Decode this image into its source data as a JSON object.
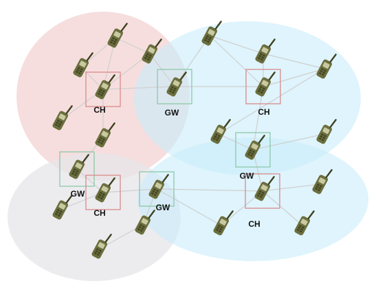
{
  "diagram": {
    "colors": {
      "cluster_pink": "#f3d3d3",
      "cluster_blue": "#c9ecfa",
      "cluster_blue_overlap": "#a9def4",
      "cluster_gray": "#e6e6ea",
      "link": "#cfcfcf",
      "box_ch": "#d98a8a",
      "box_gw": "#8cc9a8",
      "phone_body": "#6b6e3e",
      "phone_dark": "#3f4220"
    },
    "nodes": [
      {
        "id": "n1",
        "role": "node"
      },
      {
        "id": "n2",
        "role": "node"
      },
      {
        "id": "n3",
        "role": "node"
      },
      {
        "id": "n4",
        "role": "ch",
        "label": "CH"
      },
      {
        "id": "n5",
        "role": "node"
      },
      {
        "id": "n6",
        "role": "node"
      },
      {
        "id": "n7",
        "role": "gw",
        "label": "GW"
      },
      {
        "id": "n8",
        "role": "node"
      },
      {
        "id": "n9",
        "role": "node"
      },
      {
        "id": "n10",
        "role": "ch",
        "label": "CH"
      },
      {
        "id": "n11",
        "role": "node"
      },
      {
        "id": "n12",
        "role": "node"
      },
      {
        "id": "n13",
        "role": "node"
      },
      {
        "id": "n14",
        "role": "gw",
        "label": "GW"
      },
      {
        "id": "n15",
        "role": "gw",
        "label": "GW"
      },
      {
        "id": "n16",
        "role": "ch",
        "label": "CH"
      },
      {
        "id": "n17",
        "role": "gw",
        "label": "GW"
      },
      {
        "id": "n18",
        "role": "ch",
        "label": "CH"
      },
      {
        "id": "n19",
        "role": "node"
      },
      {
        "id": "n20",
        "role": "node"
      },
      {
        "id": "n21",
        "role": "node"
      },
      {
        "id": "n22",
        "role": "node"
      },
      {
        "id": "n23",
        "role": "node"
      },
      {
        "id": "n24",
        "role": "node"
      }
    ],
    "edges": [
      [
        "n1",
        "n2"
      ],
      [
        "n1",
        "n3"
      ],
      [
        "n1",
        "n4"
      ],
      [
        "n3",
        "n4"
      ],
      [
        "n2",
        "n4"
      ],
      [
        "n5",
        "n4"
      ],
      [
        "n4",
        "n7"
      ],
      [
        "n6",
        "n4"
      ],
      [
        "n6",
        "n15"
      ],
      [
        "n15",
        "n16"
      ],
      [
        "n16",
        "n17"
      ],
      [
        "n2",
        "n7"
      ],
      [
        "n7",
        "n8"
      ],
      [
        "n8",
        "n9"
      ],
      [
        "n9",
        "n10"
      ],
      [
        "n8",
        "n10"
      ],
      [
        "n7",
        "n10"
      ],
      [
        "n11",
        "n10"
      ],
      [
        "n11",
        "n13"
      ],
      [
        "n10",
        "n14"
      ],
      [
        "n12",
        "n14"
      ],
      [
        "n13",
        "n14"
      ],
      [
        "n14",
        "n18"
      ],
      [
        "n17",
        "n18"
      ],
      [
        "n17",
        "n22"
      ],
      [
        "n18",
        "n20"
      ],
      [
        "n18",
        "n21"
      ],
      [
        "n23",
        "n17"
      ],
      [
        "n23",
        "n24"
      ],
      [
        "n19",
        "n16"
      ],
      [
        "n18",
        "n22"
      ],
      [
        "n9",
        "n11"
      ]
    ]
  }
}
